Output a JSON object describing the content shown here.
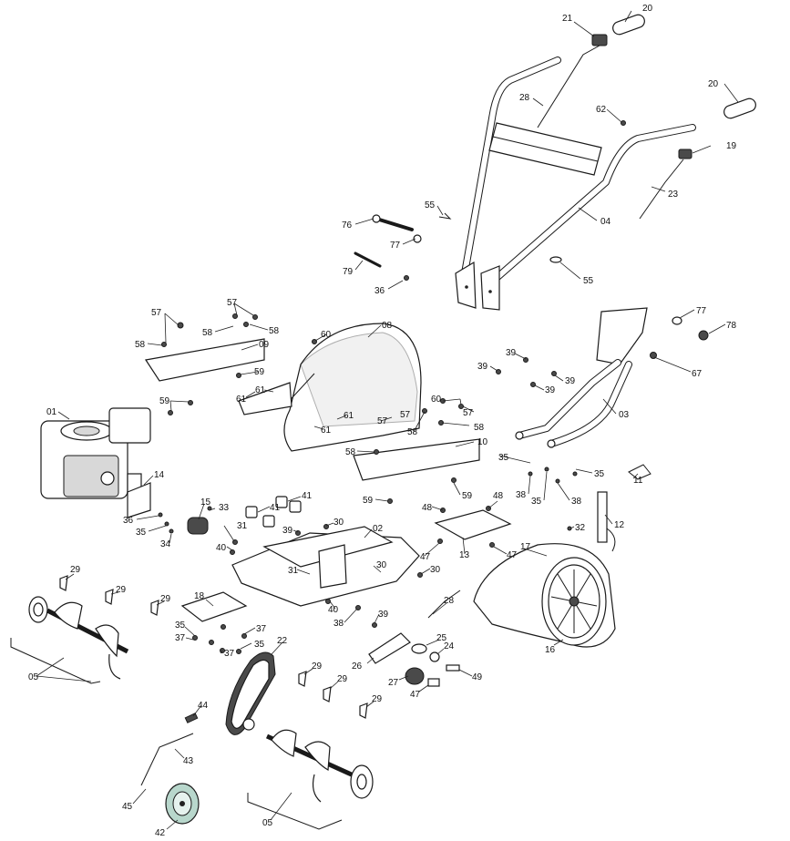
{
  "callouts": {
    "p01": "01",
    "p02": "02",
    "p03": "03",
    "p04": "04",
    "p05a": "05",
    "p05b": "05",
    "p08": "08",
    "p09": "09",
    "p10": "10",
    "p11": "11",
    "p12": "12",
    "p13": "13",
    "p14": "14",
    "p15": "15",
    "p16": "16",
    "p17": "17",
    "p18": "18",
    "p19": "19",
    "p20a": "20",
    "p20b": "20",
    "p21": "21",
    "p22": "22",
    "p23": "23",
    "p24": "24",
    "p25": "25",
    "p26": "26",
    "p27": "27",
    "p28a": "28",
    "p28b": "28",
    "p29a": "29",
    "p29b": "29",
    "p29c": "29",
    "p29d": "29",
    "p29e": "29",
    "p29f": "29",
    "p30a": "30",
    "p30b": "30",
    "p30c": "30",
    "p31a": "31",
    "p31b": "31",
    "p32": "32",
    "p33": "33",
    "p34": "34",
    "p35a": "35",
    "p35b": "35",
    "p35c": "35",
    "p35d": "35",
    "p35e": "35",
    "p35f": "35",
    "p36a": "36",
    "p36b": "36",
    "p37a": "37",
    "p37b": "37",
    "p37c": "37",
    "p38a": "38",
    "p38b": "38",
    "p38c": "38",
    "p39a": "39",
    "p39b": "39",
    "p39c": "39",
    "p39d": "39",
    "p39e": "39",
    "p39f": "39",
    "p40a": "40",
    "p40b": "40",
    "p41a": "41",
    "p41b": "41",
    "p42": "42",
    "p43": "43",
    "p44": "44",
    "p45": "45",
    "p47a": "47",
    "p47b": "47",
    "p47c": "47",
    "p48a": "48",
    "p48b": "48",
    "p49": "49",
    "p55a": "55",
    "p55b": "55",
    "p57a": "57",
    "p57b": "57",
    "p57c": "57",
    "p57d": "57",
    "p58a": "58",
    "p58b": "58",
    "p58c": "58",
    "p58d": "58",
    "p58e": "58",
    "p58f": "58",
    "p59a": "59",
    "p59b": "59",
    "p59c": "59",
    "p59d": "59",
    "p60a": "60",
    "p60b": "60",
    "p61a": "61",
    "p61b": "61",
    "p61c": "61",
    "p61d": "61",
    "p62": "62",
    "p67": "67",
    "p76": "76",
    "p77a": "77",
    "p77b": "77",
    "p78": "78",
    "p79": "79"
  }
}
